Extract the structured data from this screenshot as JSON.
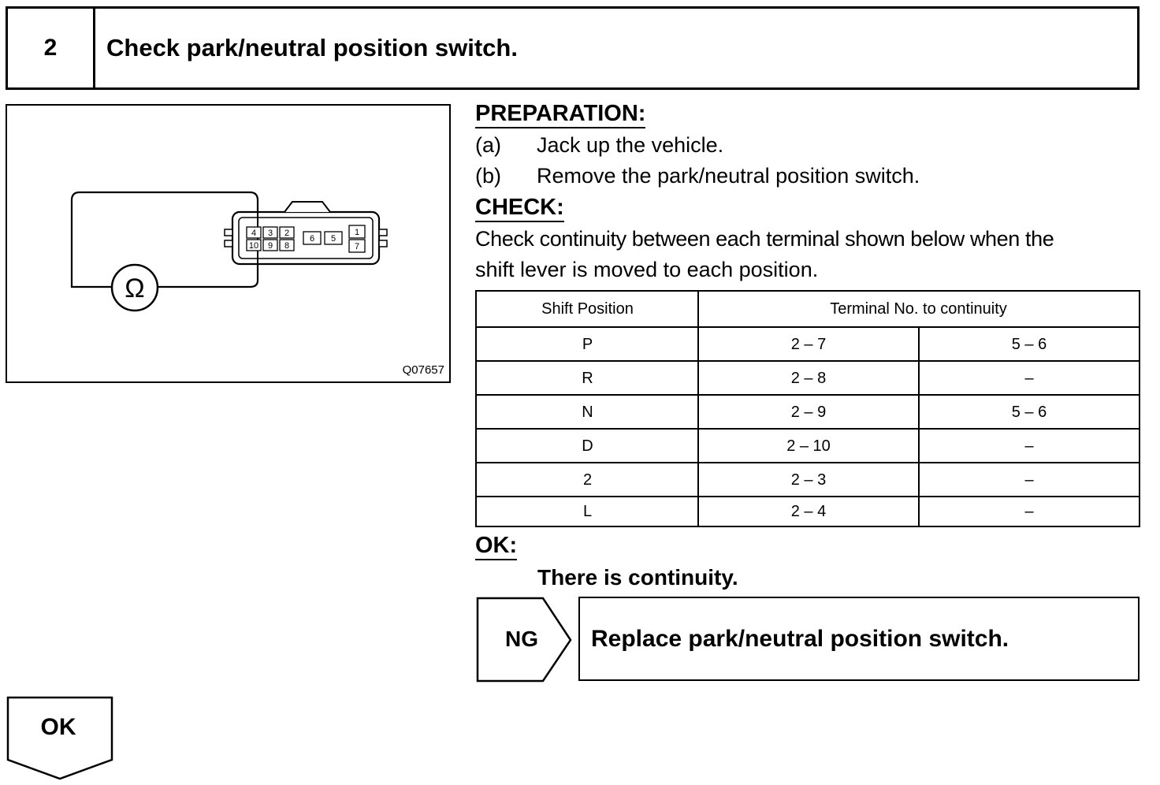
{
  "header": {
    "step_number": "2",
    "title": "Check park/neutral position switch."
  },
  "figure": {
    "code": "Q07657",
    "ohm_symbol": "Ω",
    "terminals_top": [
      "4",
      "3",
      "2",
      "6",
      "5",
      "1"
    ],
    "terminals_bottom": [
      "10",
      "9",
      "8",
      "7"
    ]
  },
  "preparation": {
    "heading": "PREPARATION:",
    "items": [
      {
        "label": "(a)",
        "text": "Jack up the vehicle."
      },
      {
        "label": "(b)",
        "text": "Remove the park/neutral position switch."
      }
    ]
  },
  "check": {
    "heading": "CHECK:",
    "line1": "Check continuity between each terminal shown below when the",
    "line2": "shift lever is moved to each position."
  },
  "table": {
    "headers": [
      "Shift Position",
      "Terminal No. to continuity"
    ],
    "rows": [
      [
        "P",
        "2 – 7",
        "5 – 6"
      ],
      [
        "R",
        "2 – 8",
        "–"
      ],
      [
        "N",
        "2 – 9",
        "5 – 6"
      ],
      [
        "D",
        "2 – 10",
        "–"
      ],
      [
        "2",
        "2 – 3",
        "–"
      ],
      [
        "L",
        "2 – 4",
        "–"
      ]
    ]
  },
  "ok_section": {
    "heading": "OK:",
    "text": "There is continuity."
  },
  "ng": {
    "label": "NG",
    "action": "Replace park/neutral position switch."
  },
  "ok_arrow": {
    "label": "OK"
  }
}
